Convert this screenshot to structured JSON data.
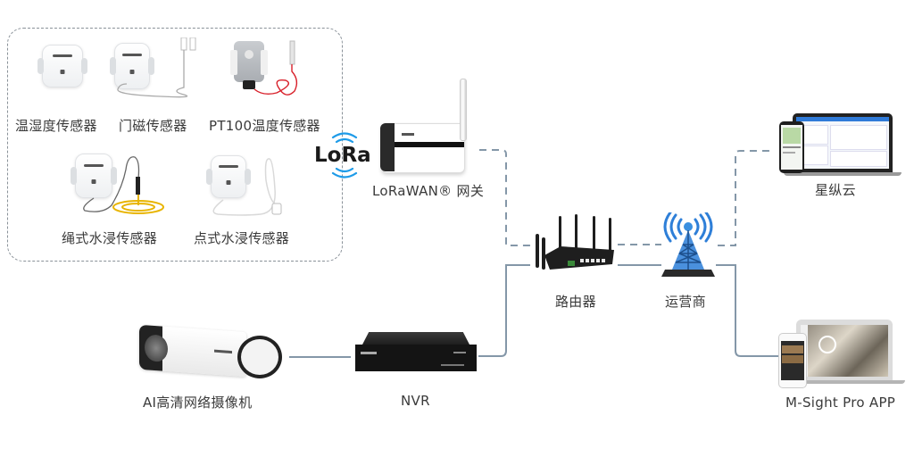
{
  "diagram": {
    "title": "LoRaWAN & video surveillance network topology",
    "sensor_group": {
      "sensors": [
        {
          "label": "温湿度传感器",
          "icon": "temperature-humidity-sensor"
        },
        {
          "label": "门磁传感器",
          "icon": "door-magnetic-sensor"
        },
        {
          "label": "PT100温度传感器",
          "icon": "pt100-temperature-sensor"
        },
        {
          "label": "绳式水浸传感器",
          "icon": "rope-water-leak-sensor"
        },
        {
          "label": "点式水浸传感器",
          "icon": "spot-water-leak-sensor"
        }
      ]
    },
    "lora_logo": {
      "text": "LoRa",
      "color": "#1a1a1a",
      "wave_color": "#1e9be8"
    },
    "nodes": {
      "gateway": {
        "label": "LoRaWAN® 网关",
        "icon": "lorawan-gateway"
      },
      "router": {
        "label": "路由器",
        "icon": "router"
      },
      "carrier": {
        "label": "运营商",
        "icon": "cell-tower"
      },
      "cloud": {
        "label": "星纵云",
        "icon": "cloud-platform-devices"
      },
      "app": {
        "label": "M-Sight Pro APP",
        "icon": "app-devices"
      },
      "camera": {
        "label": "AI高清网络摄像机",
        "icon": "bullet-camera"
      },
      "nvr": {
        "label": "NVR",
        "icon": "nvr"
      }
    },
    "connections": [
      {
        "from": "gateway",
        "to": "router",
        "style": "dashed"
      },
      {
        "from": "router",
        "to": "carrier",
        "style": "dashed"
      },
      {
        "from": "carrier",
        "to": "cloud",
        "style": "dashed"
      },
      {
        "from": "camera",
        "to": "nvr",
        "style": "solid"
      },
      {
        "from": "nvr",
        "to": "router",
        "style": "solid"
      },
      {
        "from": "router",
        "to": "carrier",
        "style": "solid"
      },
      {
        "from": "carrier",
        "to": "app",
        "style": "solid"
      }
    ],
    "colors": {
      "line": "#8497a8",
      "group_border": "#8a9299",
      "text": "#3a3a3a",
      "pt100_cable": "#d8202a",
      "rope_cable": "#e8b400"
    }
  }
}
